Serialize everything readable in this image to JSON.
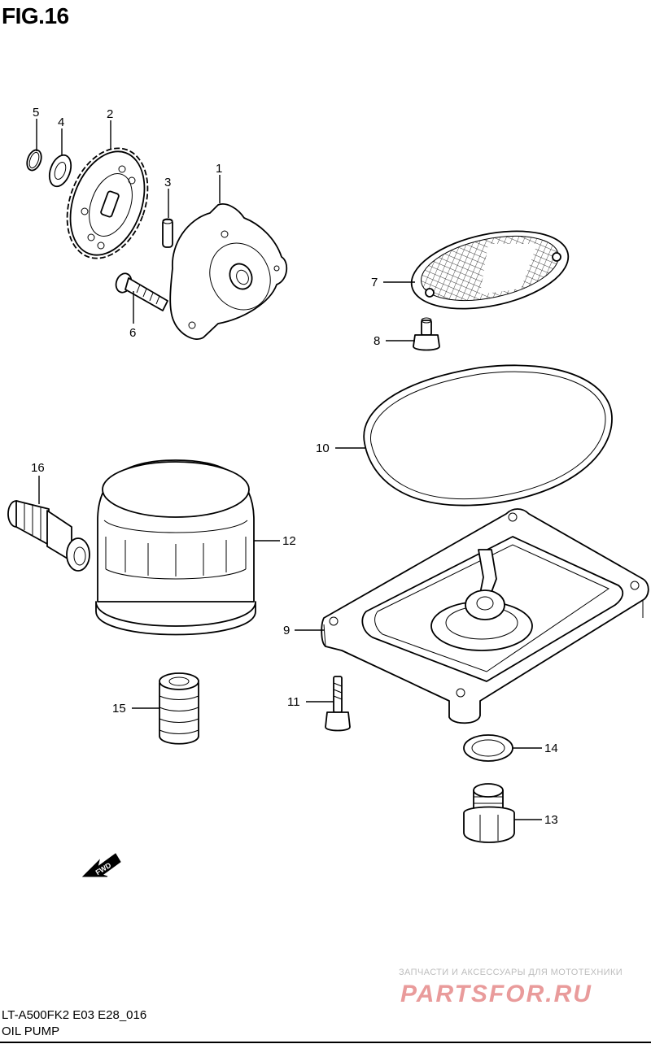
{
  "figure": {
    "title": "FIG.16",
    "model_code": "LT-A500FK2 E03 E28_016",
    "diagram_name": "OIL PUMP"
  },
  "parts": [
    {
      "num": "1",
      "part": "oil-pump"
    },
    {
      "num": "2",
      "part": "oil-pump-driven-gear"
    },
    {
      "num": "3",
      "part": "pin"
    },
    {
      "num": "4",
      "part": "washer"
    },
    {
      "num": "5",
      "part": "circlip"
    },
    {
      "num": "6",
      "part": "bolt"
    },
    {
      "num": "7",
      "part": "oil-strainer"
    },
    {
      "num": "8",
      "part": "bolt"
    },
    {
      "num": "9",
      "part": "oil-pan"
    },
    {
      "num": "10",
      "part": "gasket"
    },
    {
      "num": "11",
      "part": "bolt"
    },
    {
      "num": "12",
      "part": "oil-filter"
    },
    {
      "num": "13",
      "part": "drain-plug"
    },
    {
      "num": "14",
      "part": "gasket"
    },
    {
      "num": "15",
      "part": "union"
    },
    {
      "num": "16",
      "part": "oil-pressure-switch"
    }
  ],
  "fwd_arrow": {
    "label": "FWD"
  },
  "watermark": {
    "tagline": "ЗАПЧАСТИ И АКСЕССУАРЫ ДЛЯ МОТОТЕХНИКИ",
    "logo": "PARTSFOR.RU",
    "color": "#d94a4a"
  }
}
